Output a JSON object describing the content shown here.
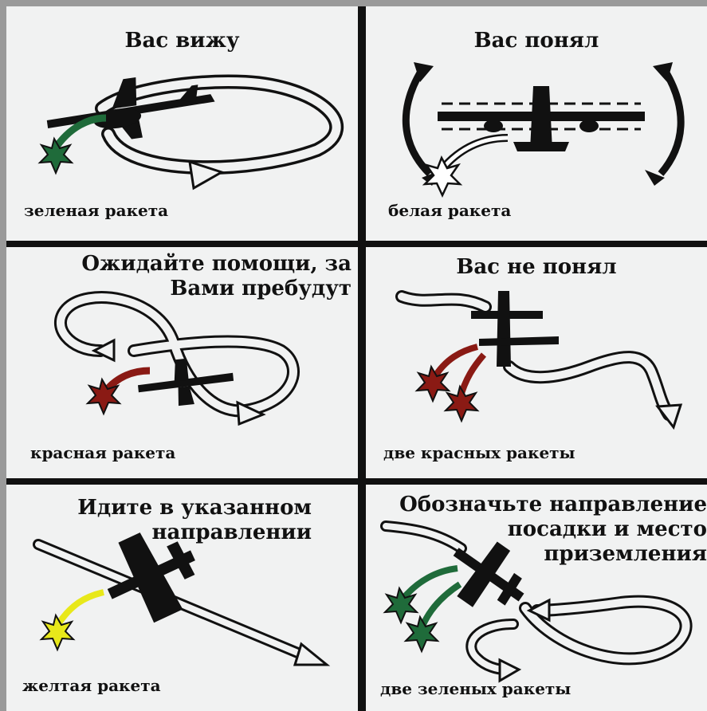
{
  "panels": [
    {
      "title_lines": [
        "Вас вижу"
      ],
      "caption": "зеленая ракета",
      "flare_color": "#1f6b3a",
      "flare_count": 1
    },
    {
      "title_lines": [
        "Вас понял"
      ],
      "caption": "белая ракета",
      "flare_color": "#ffffff",
      "flare_count": 1
    },
    {
      "title_lines": [
        "Ожидайте помощи, за",
        "Вами пребудут"
      ],
      "caption": "красная ракета",
      "flare_color": "#8a1a14",
      "flare_count": 1
    },
    {
      "title_lines": [
        "Вас не понял"
      ],
      "caption": "две красных ракеты",
      "flare_color": "#8a1a14",
      "flare_count": 2
    },
    {
      "title_lines": [
        "Идите в указанном",
        "направлении"
      ],
      "caption": "желтая ракета",
      "flare_color": "#e8e81a",
      "flare_count": 1
    },
    {
      "title_lines": [
        "Обозначьте направление",
        "посадки и место",
        "приземления"
      ],
      "caption": "две зеленых ракеты",
      "flare_color": "#1f6b3a",
      "flare_count": 2
    }
  ],
  "icons": {
    "aircraft": "aircraft-icon",
    "flight-path": "flight-path-arrow-icon",
    "flare": "signal-flare-icon"
  }
}
